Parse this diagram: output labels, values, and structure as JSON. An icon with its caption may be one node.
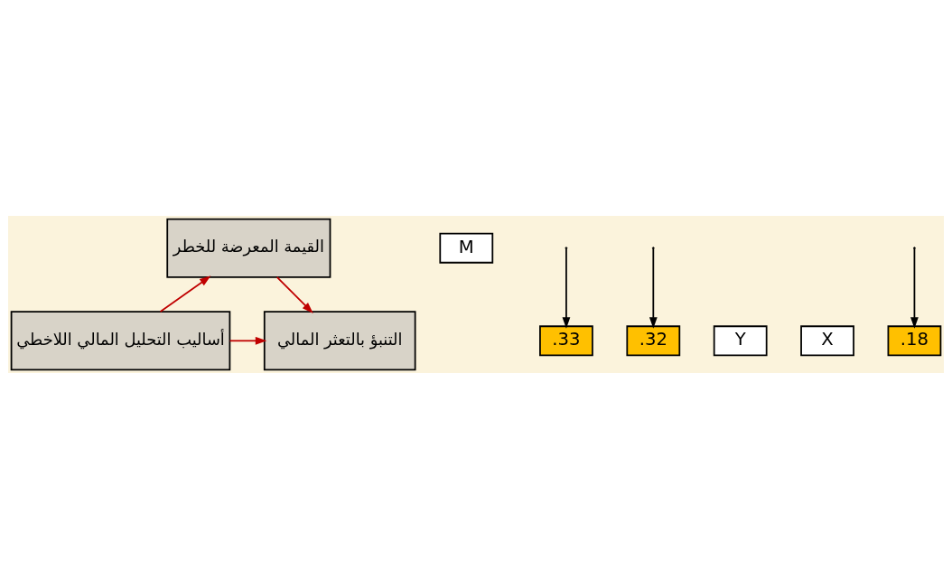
{
  "diagram": {
    "nodes": [
      {
        "text": [
          "القيمة المعرضة للخطر"
        ]
      },
      {
        "text": [
          "M"
        ]
      },
      {
        "text": [
          ".33"
        ]
      },
      {
        "text": [
          ".32"
        ]
      },
      {
        "text": [
          "Y"
        ]
      },
      {
        "text": [
          "X"
        ]
      },
      {
        "text": [
          ".18"
        ]
      },
      {
        "text": [
          "التنبؤ بالتعثر المالي"
        ]
      },
      {
        "text": [
          "أساليب التحليل المالي اللاخطي"
        ]
      }
    ],
    "edges": [
      {
        "from": 0,
        "to": 7,
        "arrow": "to",
        "color": "#c00000"
      },
      {
        "from": 8,
        "to": 0,
        "arrow": "to",
        "color": "#c00000"
      },
      {
        "from": 8,
        "to": 7,
        "arrow": "to",
        "color": "#c00000"
      },
      {
        "from": null,
        "to": 2,
        "arrow": "to",
        "color": "#000000"
      },
      {
        "from": null,
        "to": 3,
        "arrow": "to",
        "color": "#000000"
      },
      {
        "from": null,
        "to": 6,
        "arrow": "to",
        "color": "#000000"
      }
    ]
  }
}
